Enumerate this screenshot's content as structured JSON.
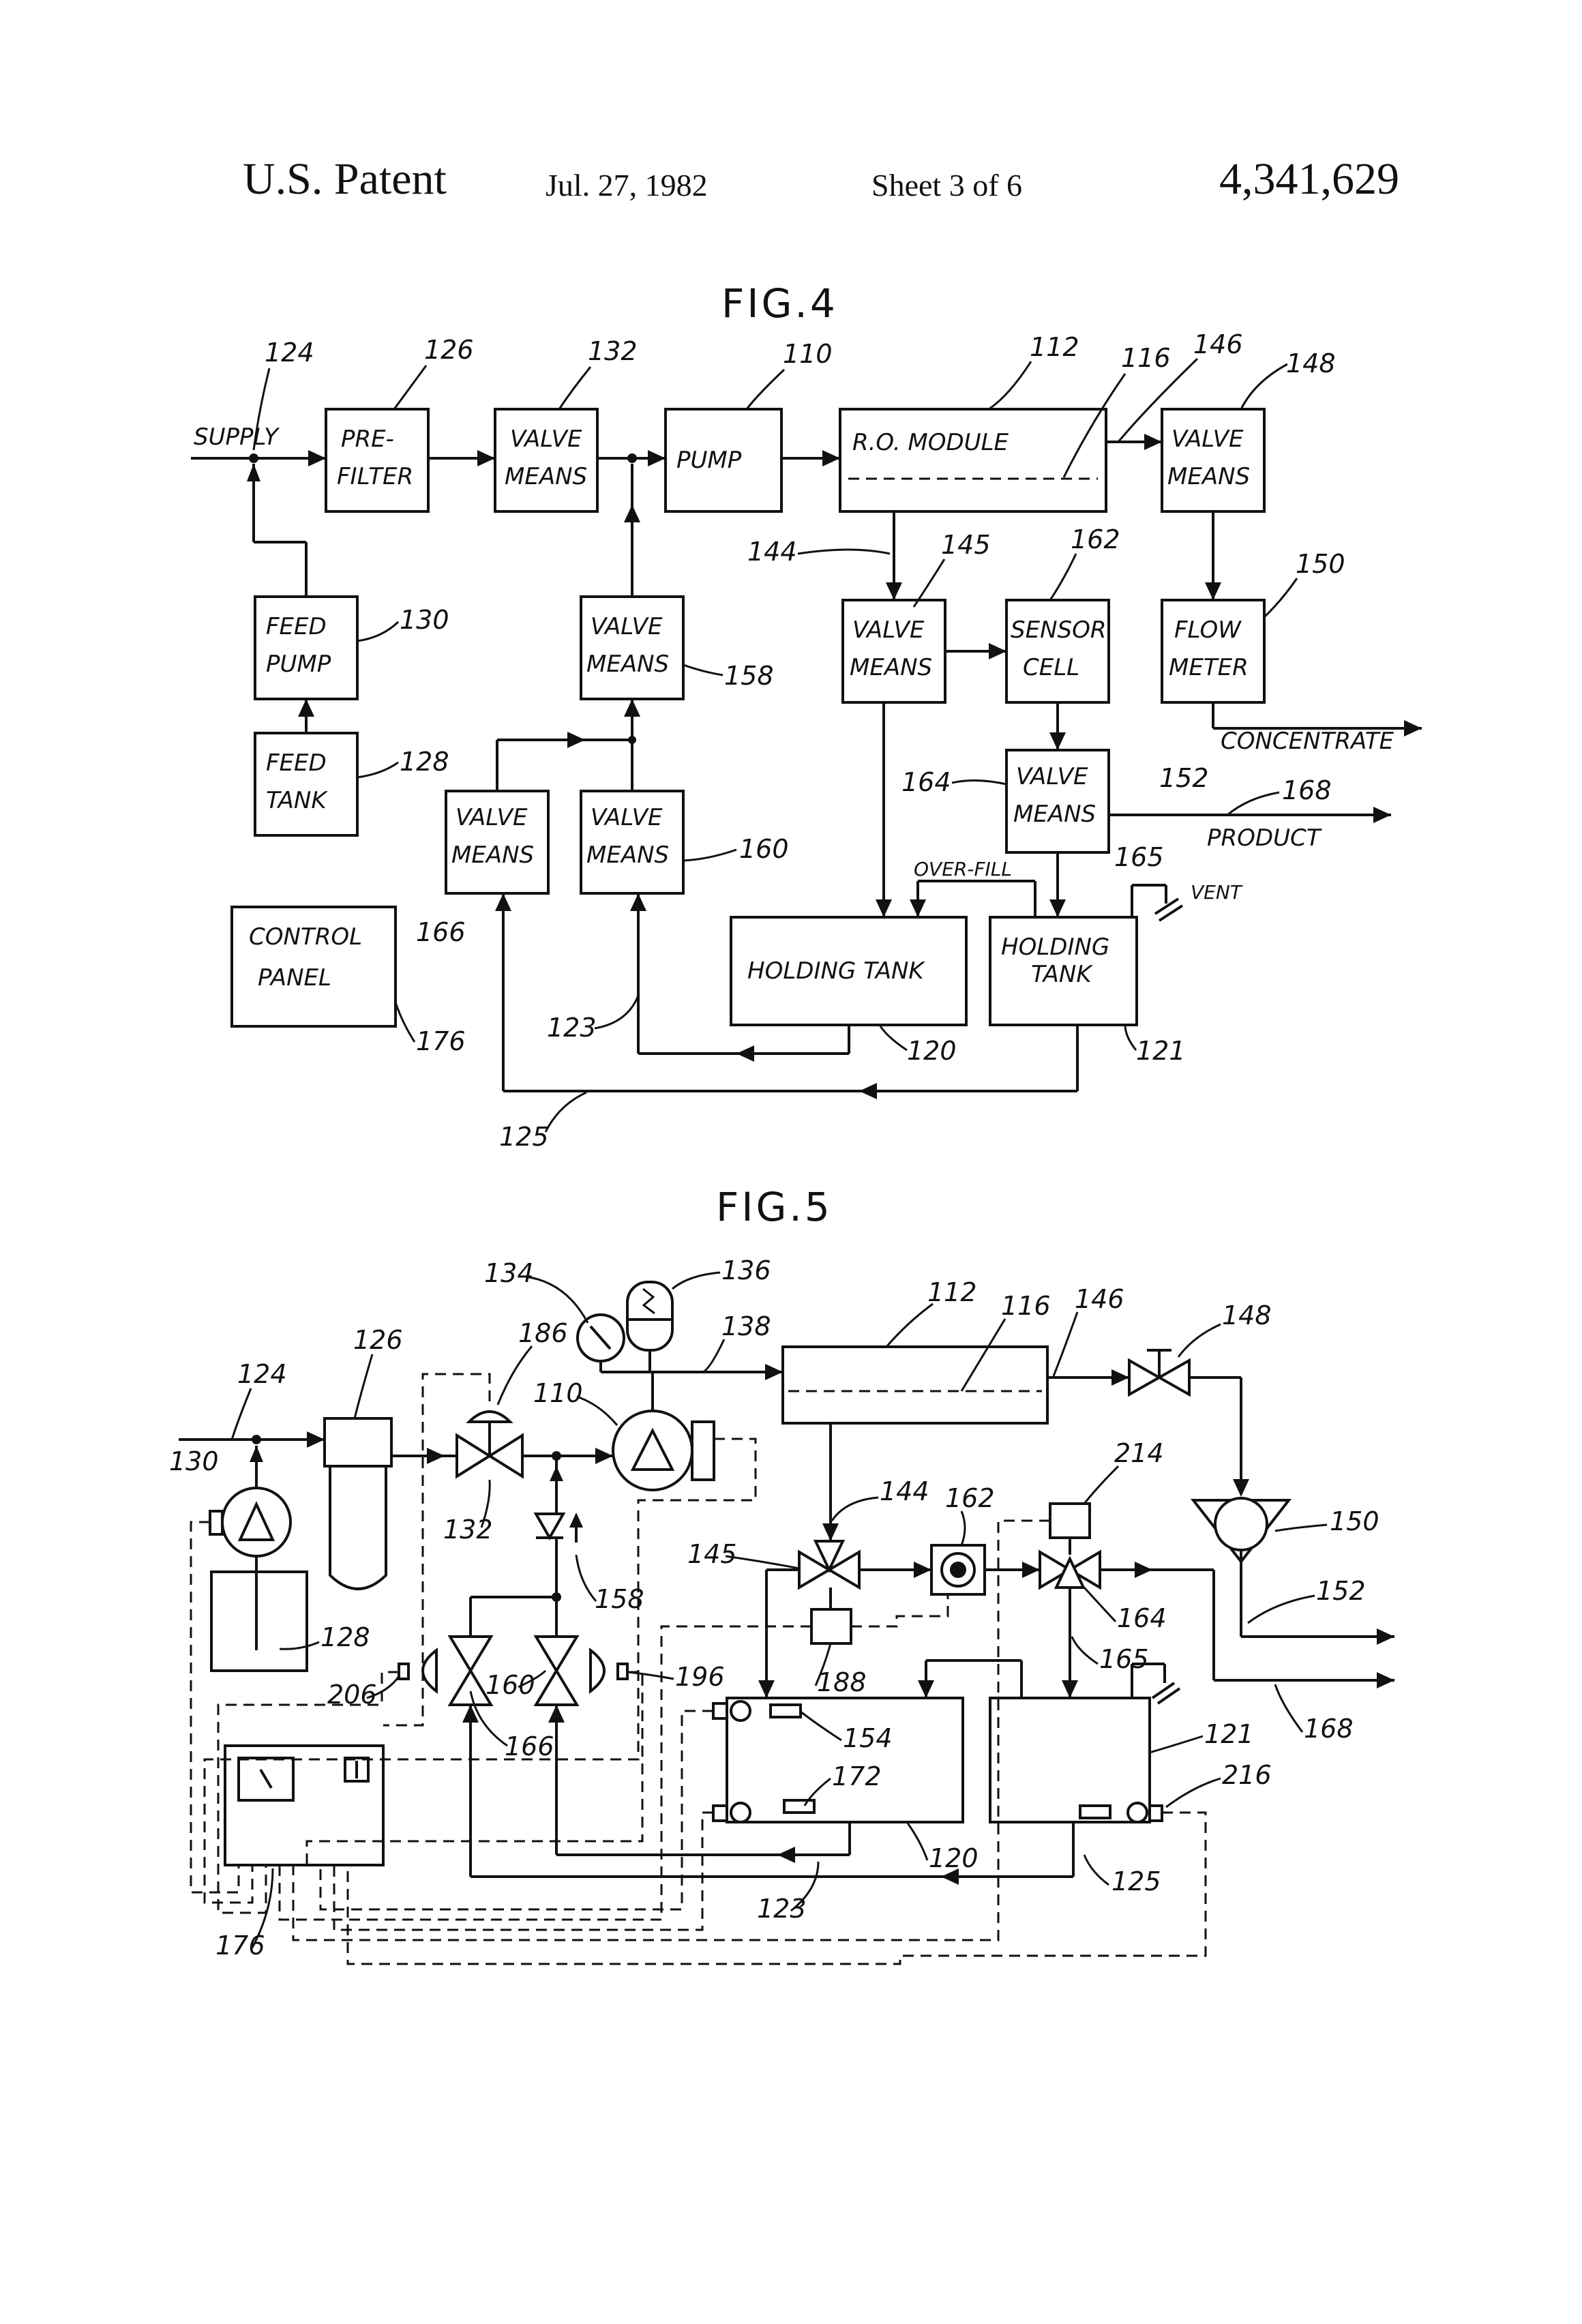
{
  "header": {
    "title": "U.S. Patent",
    "date": "Jul. 27, 1982",
    "sheet": "Sheet 3 of 6",
    "number": "4,341,629"
  },
  "fig4": {
    "title": "FIG.4",
    "supply": "SUPPLY",
    "blocks": {
      "prefilter": [
        "PRE-",
        "FILTER"
      ],
      "valve132": [
        "VALVE",
        "MEANS"
      ],
      "pump": [
        "PUMP"
      ],
      "ro": [
        "R.O. MODULE"
      ],
      "valve148": [
        "VALVE",
        "MEANS"
      ],
      "feedpump": [
        "FEED",
        "PUMP"
      ],
      "feedtank": [
        "FEED",
        "TANK"
      ],
      "valve158": [
        "VALVE",
        "MEANS"
      ],
      "valve145": [
        "VALVE",
        "MEANS"
      ],
      "sensor": [
        "SENSOR",
        "CELL"
      ],
      "flowmeter": [
        "FLOW",
        "METER"
      ],
      "valve164": [
        "VALVE",
        "MEANS"
      ],
      "valve166": [
        "VALVE",
        "MEANS"
      ],
      "valve160": [
        "VALVE",
        "MEANS"
      ],
      "control": [
        "CONTROL",
        "PANEL"
      ],
      "holding120": [
        "HOLDING TANK"
      ],
      "holding121": [
        "HOLDING",
        "TANK"
      ]
    },
    "labels": {
      "concentrate": "CONCENTRATE",
      "product": "PRODUCT",
      "overfill": "OVER-FILL",
      "vent": "VENT"
    },
    "refs": [
      "124",
      "126",
      "132",
      "110",
      "112",
      "116",
      "146",
      "148",
      "130",
      "128",
      "158",
      "144",
      "145",
      "162",
      "150",
      "152",
      "164",
      "168",
      "165",
      "166",
      "160",
      "176",
      "123",
      "120",
      "121",
      "125"
    ]
  },
  "fig5": {
    "title": "FIG.5",
    "refs": [
      "134",
      "136",
      "112",
      "116",
      "146",
      "148",
      "126",
      "186",
      "138",
      "124",
      "110",
      "130",
      "144",
      "162",
      "214",
      "150",
      "145",
      "158",
      "152",
      "132",
      "128",
      "206",
      "160",
      "196",
      "188",
      "164",
      "165",
      "166",
      "154",
      "121",
      "168",
      "172",
      "216",
      "120",
      "125",
      "123",
      "176"
    ]
  }
}
